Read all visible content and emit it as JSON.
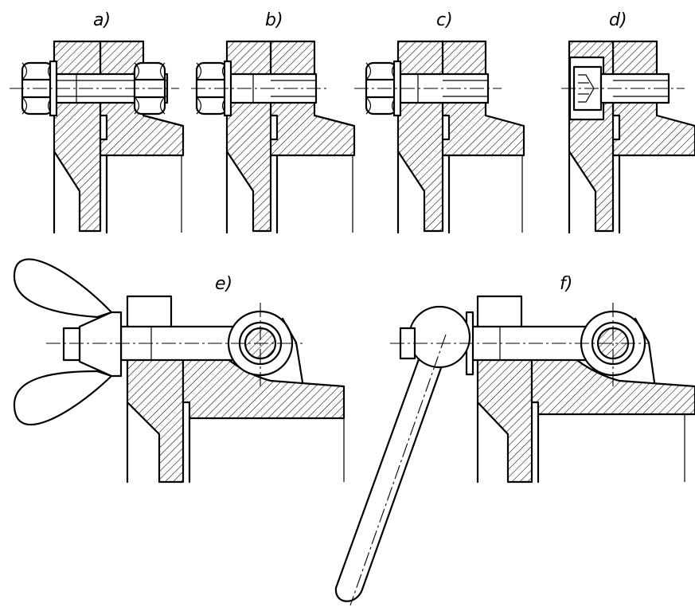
{
  "labels": {
    "a": "a)",
    "b": "b)",
    "c": "c)",
    "d": "d)",
    "e": "e)",
    "f": "f)"
  }
}
